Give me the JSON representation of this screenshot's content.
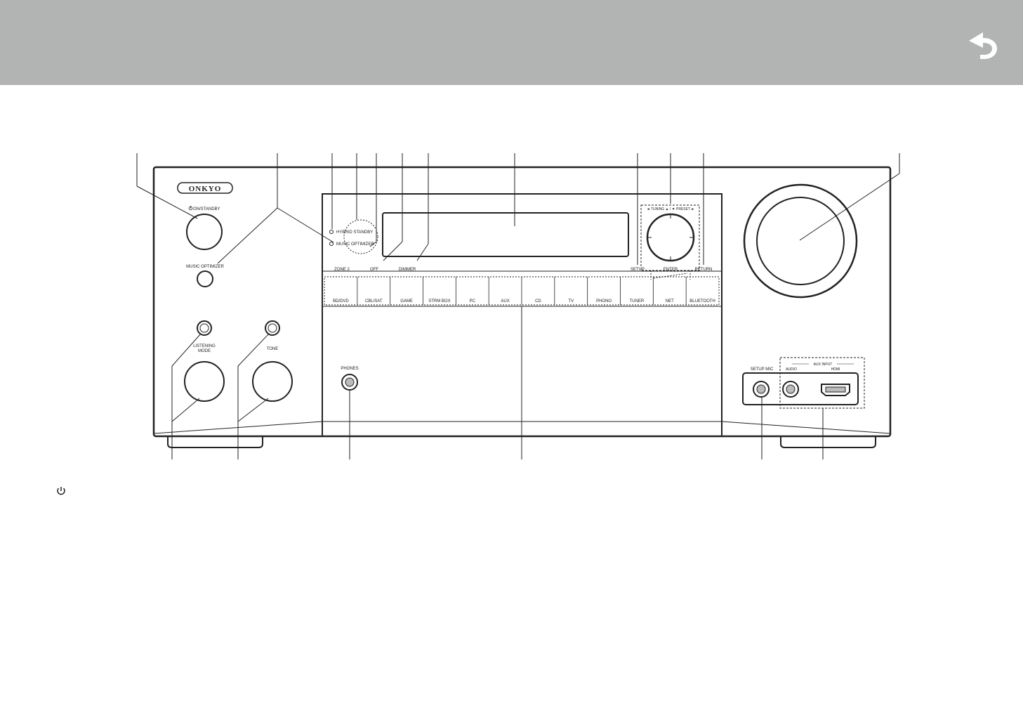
{
  "brand": {
    "logo_text": "ONKYO"
  },
  "labels": {
    "on_standby": "ON/STANDBY",
    "music_optimizer": "MUSIC OPTIMIZER",
    "hybrid_standby": "HYBRID STANDBY",
    "music_optimizer_indicator": "MUSIC OPTIMIZER",
    "zone2": "ZONE 2",
    "off": "OFF",
    "dimmer": "DIMMER",
    "setup": "SETUP",
    "enter": "ENTER",
    "return": "RETURN",
    "tuning_preset": "◄ TUNING ▲ / ▼ PRESET ►",
    "listening_mode_line1": "LISTENING",
    "listening_mode_line2": "MODE",
    "tone": "TONE",
    "phones": "PHONES",
    "setup_mic": "SETUP MIC",
    "aux_input": "AUX INPUT",
    "audio": "AUDIO",
    "hdmi": "HDMI"
  },
  "input_buttons": [
    "BD/DVD",
    "CBL/SAT",
    "GAME",
    "STRM BOX",
    "PC",
    "AUX",
    "CD",
    "TV",
    "PHONO",
    "TUNER",
    "NET",
    "BLUETOOTH"
  ],
  "colors": {
    "header": "#b2b3b3",
    "line": "#222222",
    "display_bg": "#ffffff"
  },
  "icons": {
    "back": "return-arrow-icon",
    "power": "power-icon"
  }
}
